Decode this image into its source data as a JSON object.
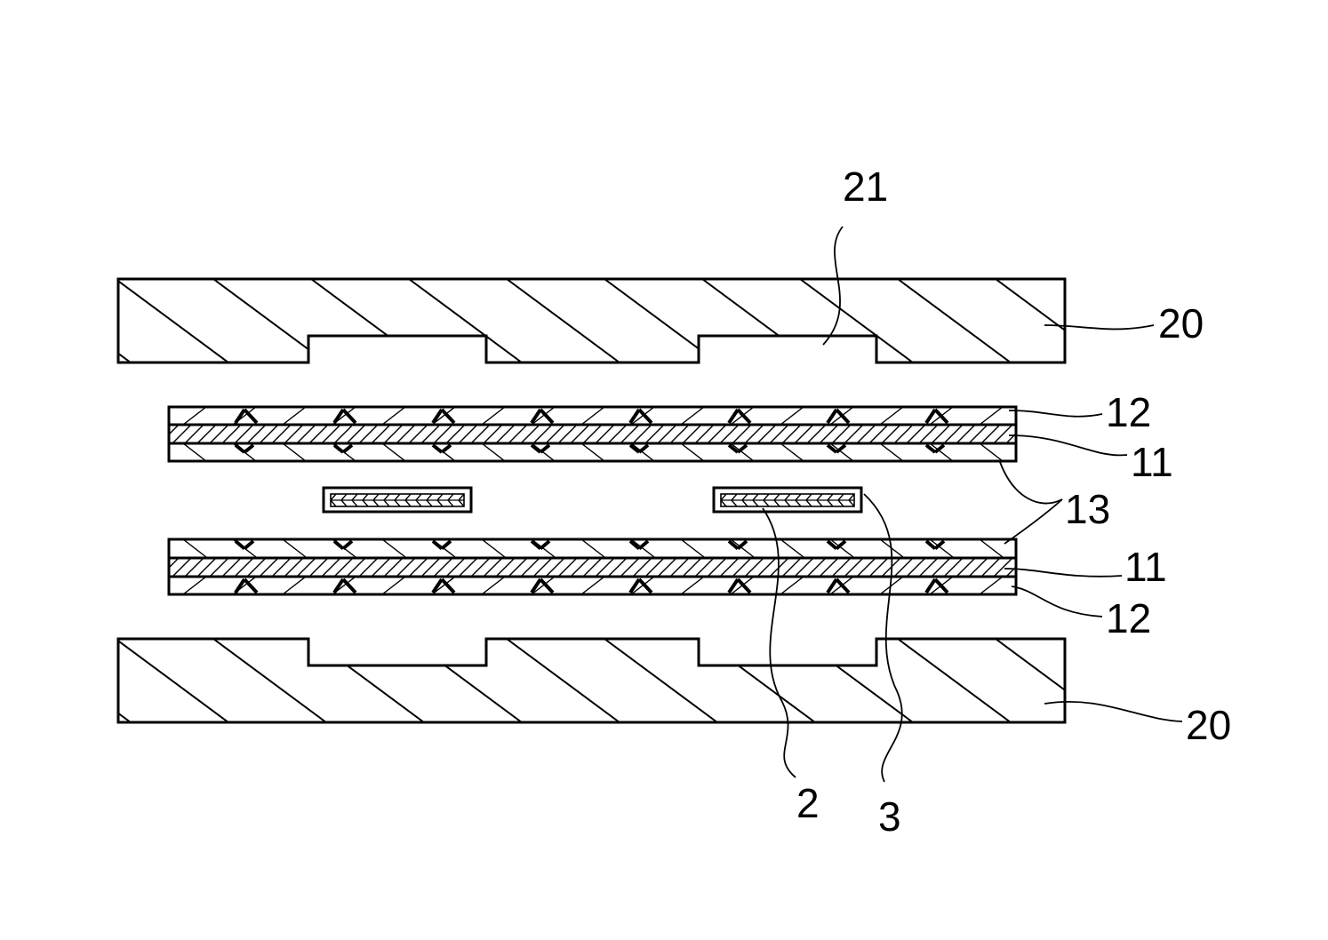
{
  "figure": {
    "labels": {
      "recess": "21",
      "die_top": "20",
      "die_bottom": "20",
      "outer_layer_top": "12",
      "core_layer_top": "11",
      "inner_layer": "13",
      "core_layer_bottom": "11",
      "outer_layer_bottom": "12",
      "chip": "2",
      "chip_cover": "3"
    },
    "colors": {
      "line": "#000000",
      "background": "#ffffff"
    }
  }
}
